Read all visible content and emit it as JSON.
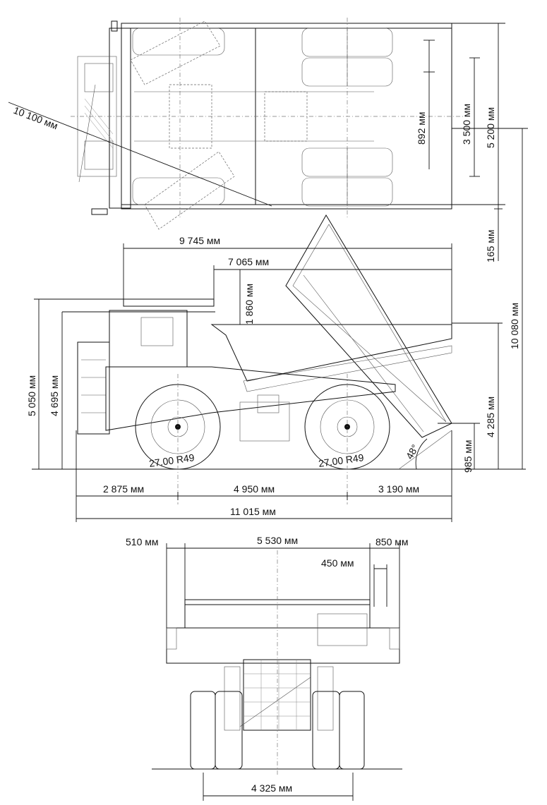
{
  "dimensions": {
    "turning_radius": "10 100 мм",
    "top_width_inner": "892 мм",
    "top_width_mid": "3 500 мм",
    "top_width_outer": "5 200 мм",
    "rear_overhang_top": "165 мм",
    "length_raised": "9 745 мм",
    "body_length": "7 065 мм",
    "canopy_height": "1 860 мм",
    "overall_height_raised": "10 080 мм",
    "height_total": "5 050 мм",
    "height_cab": "4 695 мм",
    "height_body": "4 285 мм",
    "ground_clearance_rear": "985 мм",
    "dump_angle": "48°",
    "tire_front": "27.00 R49",
    "tire_rear": "27.00 R49",
    "front_overhang": "2 875 мм",
    "wheelbase": "4 950 мм",
    "rear_overhang": "3 190 мм",
    "overall_length": "11 015 мм",
    "front_left_offset": "510 мм",
    "front_body_width": "5 530 мм",
    "front_right_offset": "850 мм",
    "front_mirror": "450 мм",
    "front_track": "4 325 мм"
  }
}
